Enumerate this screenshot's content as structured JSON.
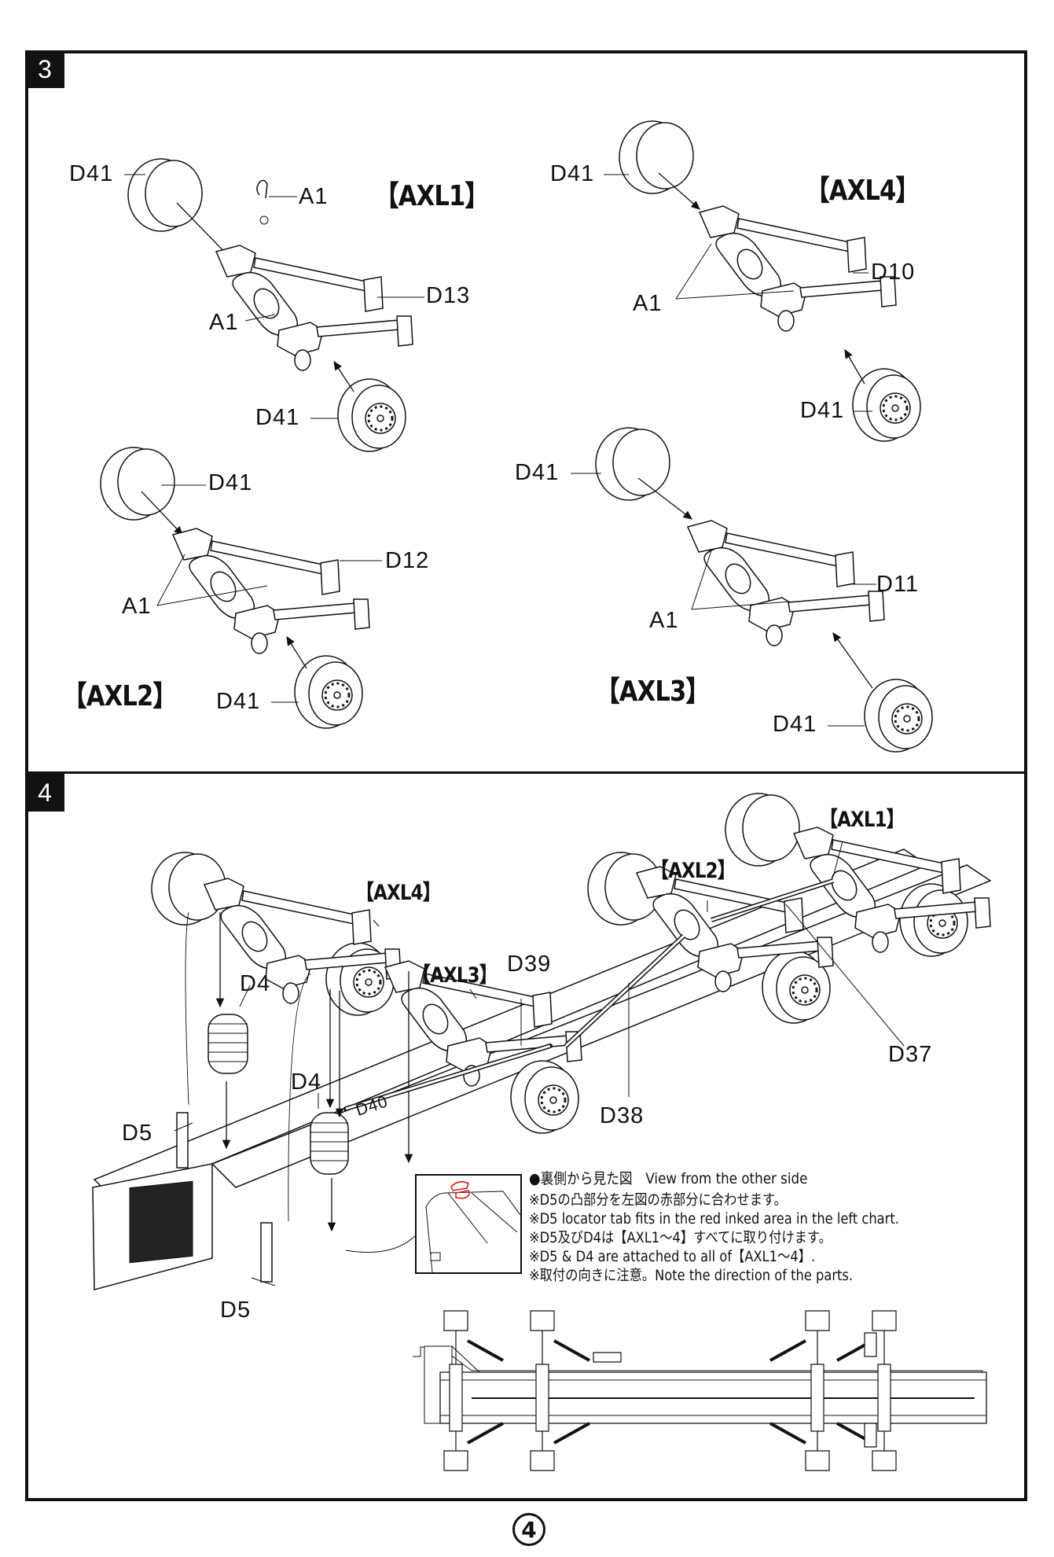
{
  "page": {
    "page_number": "4"
  },
  "step3": {
    "step_number": "3",
    "assemblies": [
      {
        "name": "【AXL1】",
        "labels": {
          "wheel_top": "D41",
          "wheel_bottom": "D41",
          "arm": "D13",
          "shackle_top": "A1",
          "shackle_mid": "A1"
        }
      },
      {
        "name": "【AXL4】",
        "labels": {
          "wheel_top": "D41",
          "wheel_bottom": "D41",
          "arm": "D10",
          "shackles": "A1"
        }
      },
      {
        "name": "【AXL2】",
        "labels": {
          "wheel_top": "D41",
          "wheel_bottom": "D41",
          "arm": "D12",
          "shackles": "A1"
        }
      },
      {
        "name": "【AXL3】",
        "labels": {
          "wheel_top": "D41",
          "wheel_bottom": "D41",
          "arm": "D11",
          "shackles": "A1"
        }
      }
    ]
  },
  "step4": {
    "step_number": "4",
    "axle_labels": [
      "【AXL4】",
      "【AXL3】",
      "【AXL2】",
      "【AXL1】"
    ],
    "part_labels": {
      "d4_left": "D4",
      "d4_center": "D4",
      "d5_left": "D5",
      "d5_bottom": "D5",
      "d40": "D40",
      "d39": "D39",
      "d38": "D38",
      "d37": "D37"
    },
    "inset_caption": "●裏側から見た図　View from the other side",
    "notes": [
      "※D5の凸部分を左図の赤部分に合わせます。",
      "※D5 locator tab fits in the red inked area in the left chart.",
      "※D5及びD4は【AXL1～4】すべてに取り付けます。",
      "※D5 & D4 are attached to all of【AXL1～4】.",
      "※取付の向きに注意。Note the direction of the parts."
    ],
    "highlight_color": "#e02020"
  }
}
